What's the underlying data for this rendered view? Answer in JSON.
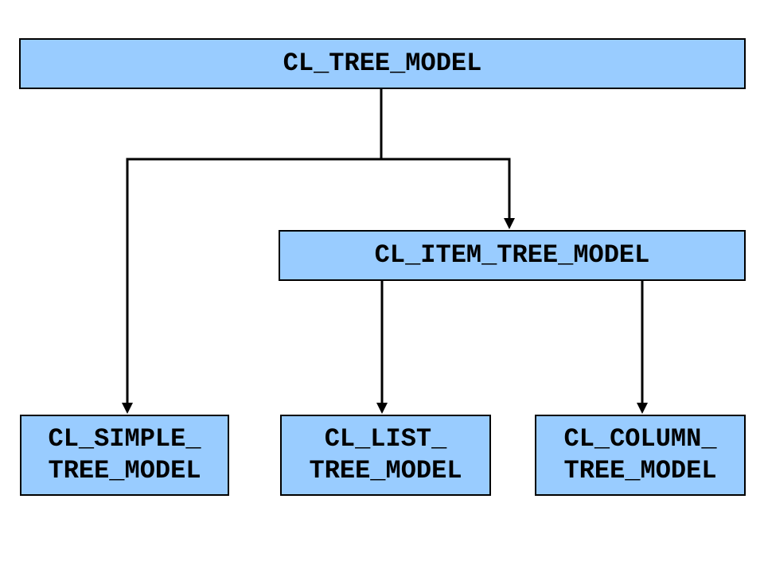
{
  "diagram": {
    "nodes": {
      "root": {
        "label": "CL_TREE_MODEL"
      },
      "item": {
        "label": "CL_ITEM_TREE_MODEL"
      },
      "simple": {
        "line1": "CL_SIMPLE_",
        "line2": "TREE_MODEL"
      },
      "list": {
        "line1": "CL_LIST_",
        "line2": "TREE_MODEL"
      },
      "column": {
        "line1": "CL_COLUMN_",
        "line2": "TREE_MODEL"
      }
    },
    "edges": [
      {
        "from": "CL_TREE_MODEL",
        "to": "CL_SIMPLE_TREE_MODEL"
      },
      {
        "from": "CL_TREE_MODEL",
        "to": "CL_ITEM_TREE_MODEL"
      },
      {
        "from": "CL_ITEM_TREE_MODEL",
        "to": "CL_LIST_TREE_MODEL"
      },
      {
        "from": "CL_ITEM_TREE_MODEL",
        "to": "CL_COLUMN_TREE_MODEL"
      }
    ],
    "colors": {
      "node_fill": "#99CCFF",
      "node_border": "#000000",
      "line": "#000000",
      "text": "#000000",
      "background": "#FFFFFF"
    }
  }
}
